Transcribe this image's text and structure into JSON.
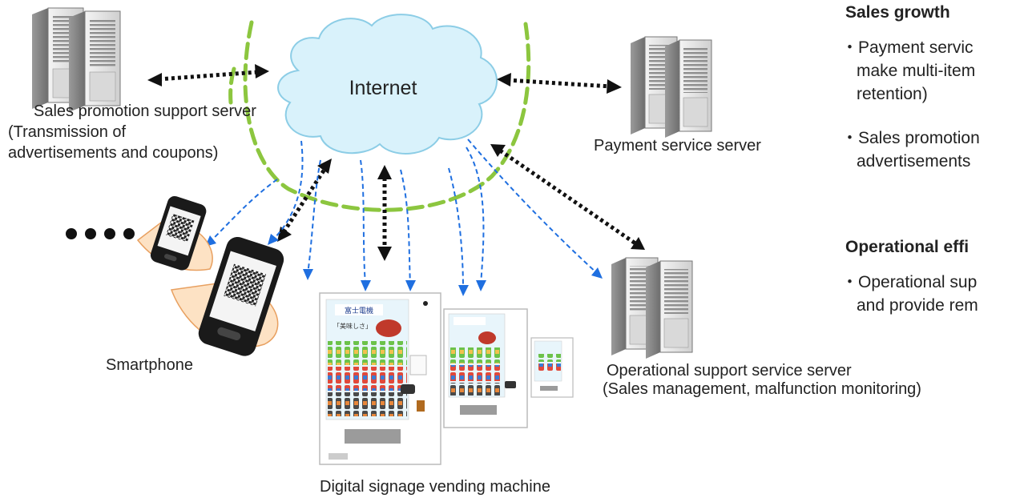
{
  "cloud": {
    "label": "Internet"
  },
  "nodes": {
    "sales_promotion_server": {
      "label": "Sales promotion support server",
      "sublabel_1": "(Transmission of",
      "sublabel_2": "advertisements and coupons)"
    },
    "payment_server": {
      "label": "Payment service server"
    },
    "operational_server": {
      "label": "Operational support service server",
      "sublabel": "(Sales management, malfunction monitoring)"
    },
    "smartphone": {
      "label": "Smartphone"
    },
    "vending_machine": {
      "label": "Digital signage vending machine"
    }
  },
  "vending_screen": {
    "brand": "富士電機",
    "tagline": "「美味しさ」"
  },
  "right_panel": {
    "sales_growth": {
      "title": "Sales growth",
      "bullet1_line1": "・Payment servic",
      "bullet1_line2": "make multi-item",
      "bullet1_line3": "retention)",
      "bullet2_line1": "・Sales promotion",
      "bullet2_line2": "advertisements"
    },
    "operational": {
      "title": "Operational effi",
      "bullet1_line1": "・Operational sup",
      "bullet1_line2": "and provide rem"
    }
  },
  "colors": {
    "cloud_fill": "#d9f2fb",
    "cloud_stroke": "#8ccde6",
    "internet_arc": "#8cc63f",
    "dashed_blue": "#1f6fe0",
    "dashed_black": "#111111"
  }
}
